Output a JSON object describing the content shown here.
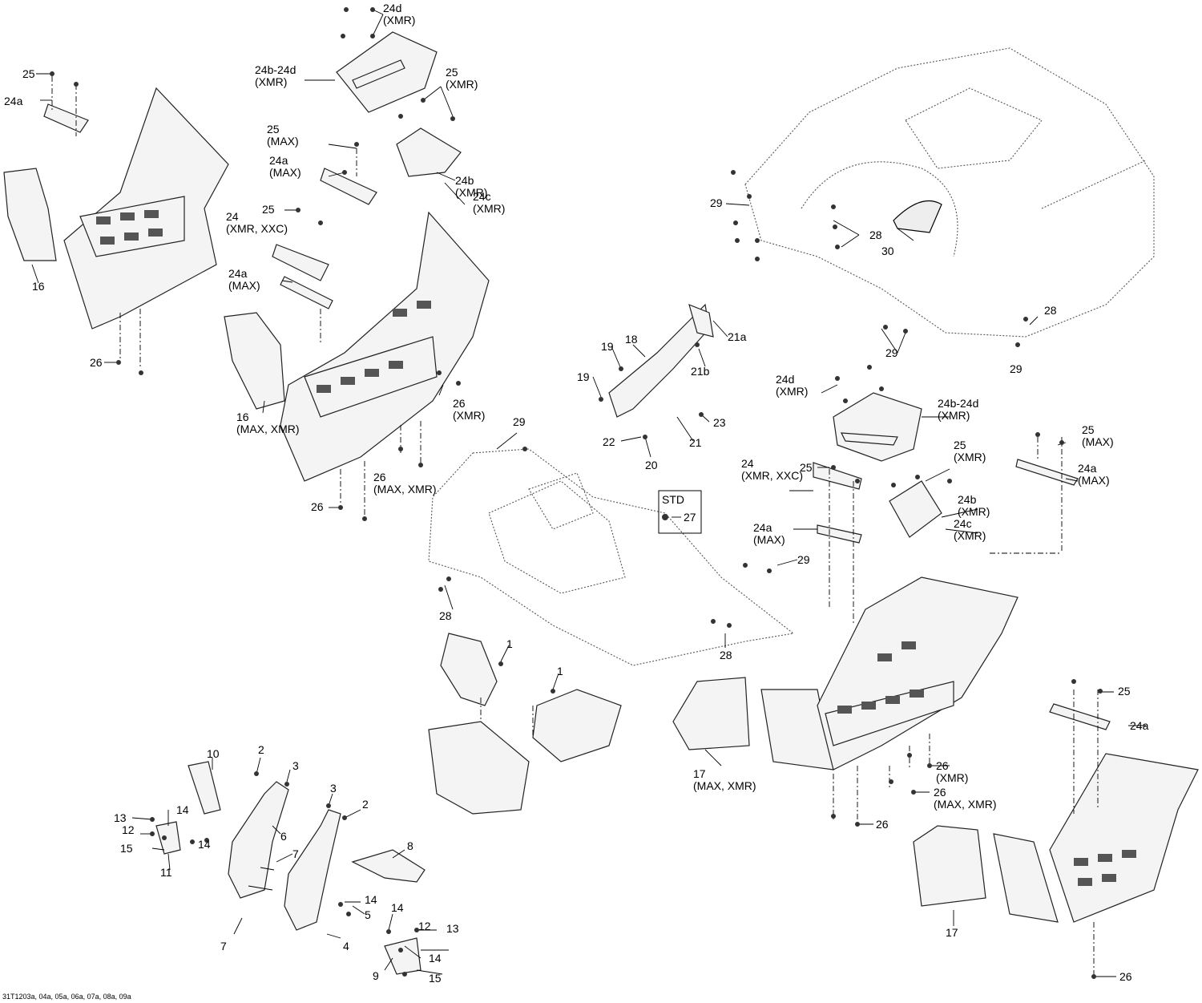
{
  "figure_code": "31T1203a, 04a, 05a, 06a, 07a, 08a, 09a",
  "std_box_label": "STD",
  "callouts": [
    "1",
    "1",
    "2",
    "2",
    "3",
    "3",
    "4",
    "5",
    "6",
    "7",
    "7",
    "8",
    "9",
    "10",
    "11",
    "12",
    "12",
    "13",
    "13",
    "14",
    "14",
    "14",
    "14",
    "14",
    "15",
    "15",
    "16",
    "16 (MAX, XMR)",
    "17",
    "17 (MAX, XMR)",
    "18",
    "19",
    "19",
    "20",
    "21",
    "21a",
    "21b",
    "22",
    "23",
    "24 (XMR, XXC)",
    "24 (XMR, XXC)",
    "24a",
    "24a",
    "24a (MAX)",
    "24a (MAX)",
    "24a (MAX)",
    "24a (MAX)",
    "24b (XMR)",
    "24b (XMR)",
    "24c (XMR)",
    "24c (XMR)",
    "24d (XMR)",
    "24d (XMR)",
    "24b-24d (XMR)",
    "24b-24d (XMR)",
    "25",
    "25",
    "25",
    "25",
    "25 (XMR)",
    "25 (XMR)",
    "25 (MAX)",
    "25 (MAX)",
    "26",
    "26",
    "26",
    "26",
    "26 (XMR)",
    "26 (XMR)",
    "26 (MAX, XMR)",
    "26 (MAX, XMR)",
    "27",
    "28",
    "28",
    "28",
    "28",
    "29",
    "29",
    "29",
    "29",
    "29",
    "30"
  ]
}
